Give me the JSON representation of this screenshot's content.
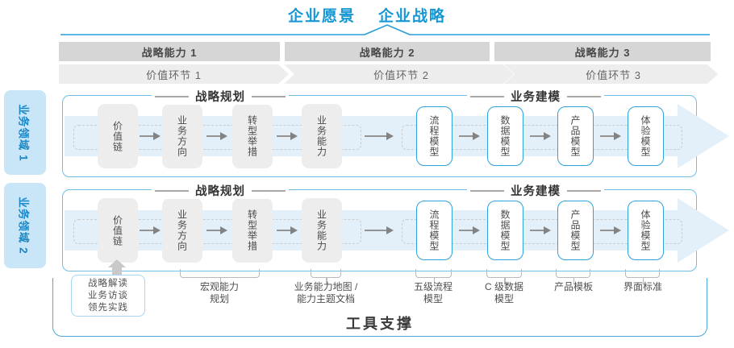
{
  "header": {
    "vision": "企业愿景",
    "strategy": "企业战略"
  },
  "capability_bars": [
    {
      "label": "战略能力 1"
    },
    {
      "label": "战略能力 2"
    },
    {
      "label": "战略能力 3"
    }
  ],
  "value_chain_bars": [
    {
      "label": "价值环节 1"
    },
    {
      "label": "价值环节 2"
    },
    {
      "label": "价值环节 3"
    }
  ],
  "domains": [
    {
      "label": "业务领域 1"
    },
    {
      "label": "业务领域 2"
    }
  ],
  "row_sections": {
    "planning_title": "战略规划",
    "modeling_title": "业务建模"
  },
  "flow_boxes": {
    "planning": [
      "价值链",
      "业务方向",
      "转型举措",
      "业务能力"
    ],
    "modeling": [
      "流程模型",
      "数据模型",
      "产品模型",
      "体验模型"
    ]
  },
  "annotations": {
    "practice_box": {
      "line1": "战略解读",
      "line2": "业务访谈",
      "line3": "领先实践"
    },
    "macro": {
      "line1": "宏观能力",
      "line2": "规划"
    },
    "capability_map": {
      "line1": "业务能力地图 /",
      "line2": "能力主题文档"
    },
    "process": {
      "line1": "五级流程",
      "line2": "模型"
    },
    "data": {
      "line1": "C 级数据",
      "line2": "模型"
    },
    "product": {
      "line1": "产品模板"
    },
    "ui": {
      "line1": "界面标准"
    }
  },
  "footer": {
    "tool_support": "工具支撑"
  },
  "colors": {
    "accent_blue": "#1697d4",
    "domain_fill": "#c8e6f7",
    "band_blue": "#e3f0fa",
    "box_border_blue": "#2da2dc",
    "row_border": "#6fbfe6",
    "gray_bar": "#d6d6d6",
    "chevron_gray": "#ededed"
  }
}
